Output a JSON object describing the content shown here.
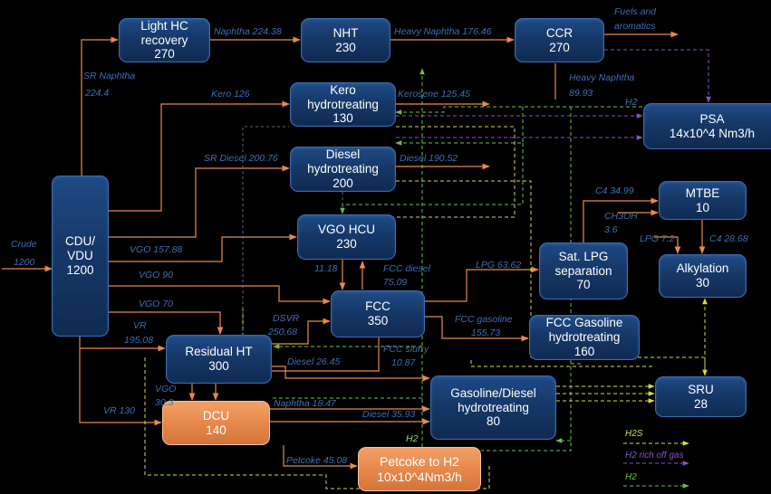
{
  "colors": {
    "product_flow": "#e8894c",
    "h2s": "#d9d84a",
    "h2_rich_offgas": "#8a52c4",
    "h2": "#6fbf4a",
    "unit_blue": "#163868",
    "unit_orange": "#e8894c",
    "label_blue": "#3e6fb3"
  },
  "units": {
    "light_hc": {
      "name": "Light HC recovery",
      "line1": "Light HC",
      "line2": "recovery",
      "capacity": "270"
    },
    "nht": {
      "name": "NHT",
      "capacity": "230"
    },
    "ccr": {
      "name": "CCR",
      "capacity": "270"
    },
    "kero": {
      "line1": "Kero",
      "line2": "hydrotreating",
      "capacity": "130"
    },
    "psa": {
      "name": "PSA",
      "capacity": "14x10^4 Nm3/h"
    },
    "diesel": {
      "line1": "Diesel",
      "line2": "hydrotreating",
      "capacity": "200"
    },
    "mtbe": {
      "name": "MTBE",
      "capacity": "10"
    },
    "cdu": {
      "name": "CDU/",
      "line2": "VDU",
      "capacity": "1200"
    },
    "vgo_hcu": {
      "name": "VGO HCU",
      "capacity": "230"
    },
    "satlpg": {
      "line1": "Sat. LPG",
      "line2": "separation",
      "capacity": "70"
    },
    "alky": {
      "name": "Alkylation",
      "capacity": "30"
    },
    "fcc": {
      "name": "FCC",
      "capacity": "350"
    },
    "fccgh": {
      "line1": "FCC Gasoline",
      "line2": "hydrotreating",
      "capacity": "160"
    },
    "rht": {
      "name": "Residual HT",
      "capacity": "300"
    },
    "sru": {
      "name": "SRU",
      "capacity": "28"
    },
    "gdht": {
      "line1": "Gasoline/Diesel",
      "line2": "hydrotreating",
      "capacity": "80"
    },
    "dcu": {
      "name": "DCU",
      "capacity": "140"
    },
    "petcoke": {
      "name": "Petcoke to H2",
      "capacity": "10x10^4Nm3/h"
    }
  },
  "flows": {
    "crude": "Crude",
    "crude_val": "1200",
    "sr_naphtha": "SR Naphtha",
    "sr_naphtha_val": "224.4",
    "naphtha_nht": "Naphtha 224.38",
    "heavy_naphtha_ccr": "Heavy Naphtha 176.46",
    "fuels": "Fuels and",
    "aromatics": "aromatics",
    "heavy_naphtha": "Heavy Naphtha",
    "heavy_naphtha_val": "89.93",
    "kero": "Kero 126",
    "kerosene": "Kerosene 125.45",
    "h2": "H2",
    "sr_diesel": "SR Diesel 200.76",
    "diesel_out": "Diesel 190.52",
    "c4_mtbe": "C4 34.99",
    "ch3oh": "CH3OH",
    "ch3oh_val": "3.6",
    "lpg_alky": "LPG 7.2",
    "c4_alky": "C4 28.68",
    "vgo_hcu": "VGO 157.88",
    "vgo_fcc": "VGO 90",
    "hcu_fcc": "11.18",
    "fcc_diesel": "FCC diesel",
    "fcc_diesel_val": "75.09",
    "lpg_fcc": "LPG 63.62",
    "vgo_70": "VGO 70",
    "vr_rht": "VR",
    "vr_rht_val": "195.08",
    "dsvr": "DSVR",
    "dsvr_val": "250.68",
    "fcc_gasoline": "FCC gasoline",
    "fcc_gasoline_val": "155.73",
    "fcc_slurry": "FCC slurry",
    "fcc_slurry_val": "10.87",
    "diesel_rht": "Diesel 26.45",
    "vgo_dcu": "VGO",
    "vgo_dcu_val": "30.3",
    "vr_dcu": "VR 130",
    "naphtha_dcu": "Naphtha 18.47",
    "diesel_dcu": "Diesel 35.93",
    "h2_petcoke": "H2",
    "petcoke": "Petcoke 45.08"
  },
  "legend": {
    "h2s": "H2S",
    "h2_rich": "H2 rich off gas",
    "h2": "H2"
  }
}
